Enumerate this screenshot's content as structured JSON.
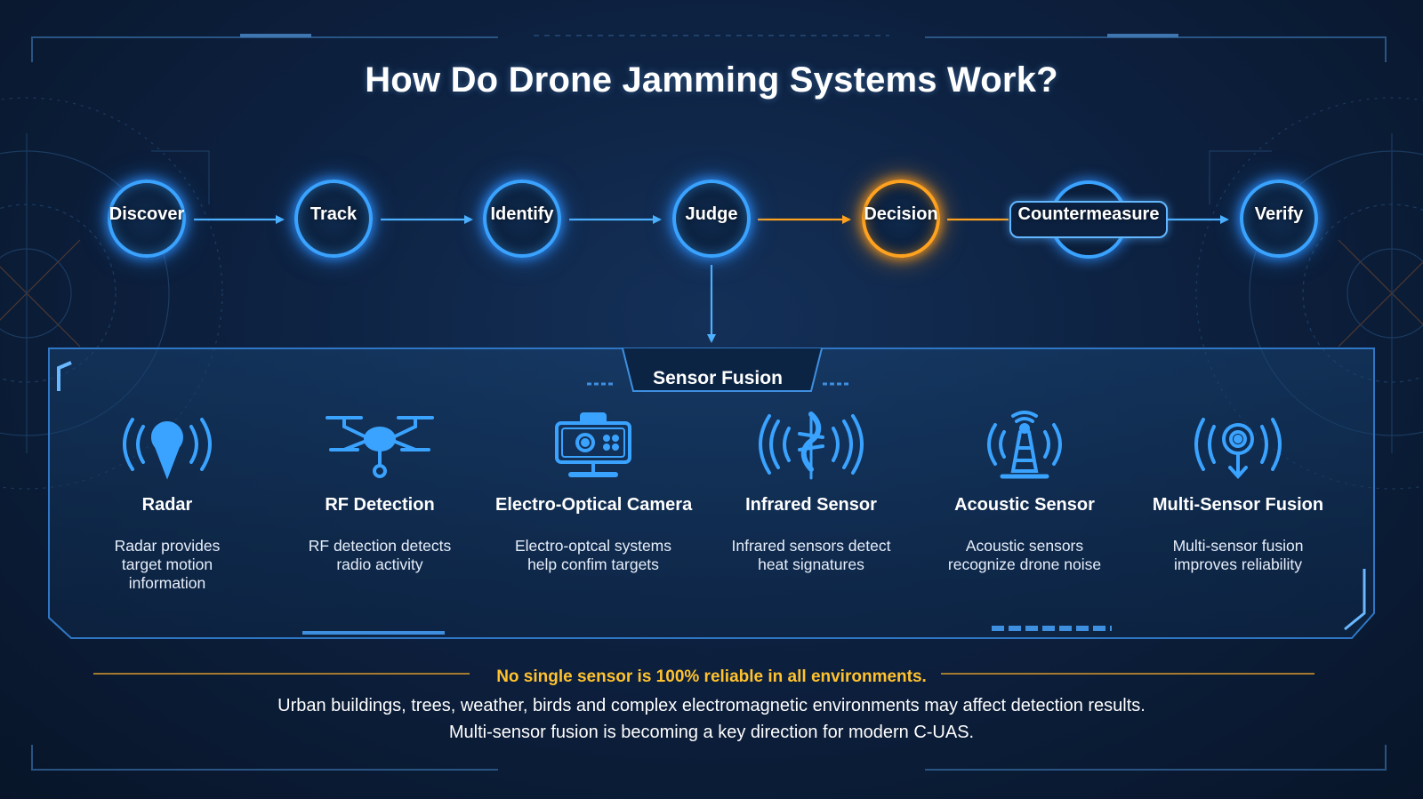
{
  "title": "How Do Drone Jamming Systems Work?",
  "pipeline": [
    {
      "label": "Discover"
    },
    {
      "label": "Track"
    },
    {
      "label": "Identify"
    },
    {
      "label": "Judge"
    },
    {
      "label": "Decision"
    },
    {
      "label": "Countermeasure"
    },
    {
      "label": "Verify"
    }
  ],
  "panel_title": "Sensor Fusion",
  "sensors": [
    {
      "title": "Radar",
      "desc": "Radar provides target motion information",
      "icon": "radar-icon"
    },
    {
      "title": "RF Detection",
      "desc": "RF detection detects radio activity",
      "icon": "drone-icon"
    },
    {
      "title": "Electro-Optical Camera",
      "desc": "Electro-optcal systems help confim targets",
      "icon": "camera-icon"
    },
    {
      "title": "Infrared Sensor",
      "desc": "Infrared sensors detect heat signatures",
      "icon": "infrared-icon"
    },
    {
      "title": "Acoustic Sensor",
      "desc": "Acoustic sensors recognize drone noise",
      "icon": "acoustic-tower-icon"
    },
    {
      "title": "Multi-Sensor Fusion",
      "desc": "Multi-sensor fusion improves reliability",
      "icon": "fusion-icon"
    }
  ],
  "warning": "No single sensor is 100% reliable in all environments.",
  "note_line1": "Urban buildings, trees, weather, birds and complex electromagnetic environments may affect detection results.",
  "note_line2": "Multi-sensor fusion is becoming a key direction for modern C-UAS.",
  "colors": {
    "accent_blue": "#3aa3ff",
    "accent_orange": "#ffa21f",
    "warning_yellow": "#ffc22e",
    "background": "#0d2140"
  }
}
